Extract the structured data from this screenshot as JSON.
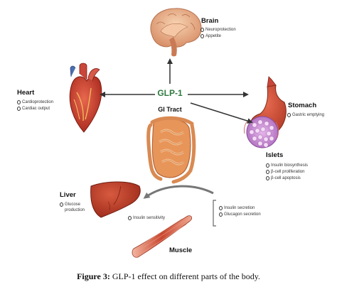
{
  "center": {
    "hormone": "GLP-1",
    "source": "GI Tract"
  },
  "organs": {
    "brain": {
      "title": "Brain",
      "effects": [
        "Neuroprotection",
        "Appetite"
      ]
    },
    "heart": {
      "title": "Heart",
      "effects": [
        "Cardioprotection",
        "Cardiac output"
      ]
    },
    "stomach": {
      "title": "Stomach",
      "effects": [
        "Gastric emptying"
      ]
    },
    "islets": {
      "title": "Islets",
      "effects": [
        "Insulin biosynthesis",
        "β-cell proliferation",
        "β-cell apoptosis"
      ]
    },
    "liver": {
      "title": "Liver",
      "effects": [
        "Glucose production"
      ]
    },
    "muscle": {
      "title": "Muscle"
    },
    "peripheral": {
      "effects": [
        "Insulin sensitivity"
      ]
    },
    "pancreas_secretion": {
      "effects": [
        "Insulin secretion",
        "Glucagon secretion"
      ]
    }
  },
  "caption": {
    "label": "Figure 3:",
    "text": "GLP-1 effect on different parts of the body."
  },
  "colors": {
    "hormone_green": "#2f7a3e",
    "organ_red": "#c0392b",
    "intestine_orange": "#e8955a",
    "islet_purple": "#b06fc0",
    "arrow_dark": "#333333",
    "arrow_gray": "#888888"
  },
  "icons": {
    "effect_marker": "ring-icon"
  }
}
